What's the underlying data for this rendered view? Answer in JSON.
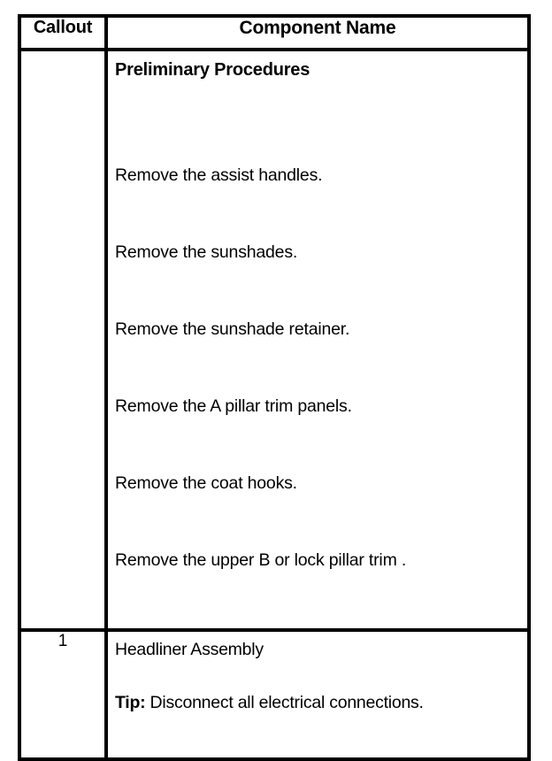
{
  "table": {
    "headers": {
      "callout": "Callout",
      "component_name": "Component Name"
    },
    "rows": [
      {
        "callout": "",
        "section_title": "Preliminary Procedures",
        "steps": [
          "Remove the assist handles.",
          "Remove the sunshades.",
          "Remove the sunshade retainer.",
          "Remove the A pillar trim panels.",
          "Remove the coat hooks.",
          "Remove the upper B or lock pillar trim ."
        ]
      },
      {
        "callout": "1",
        "component_name": "Headliner Assembly",
        "tip_label": "Tip:",
        "tip_text": " Disconnect all electrical connections."
      }
    ]
  },
  "colors": {
    "background": "#ffffff",
    "text": "#000000",
    "border": "#000000"
  }
}
